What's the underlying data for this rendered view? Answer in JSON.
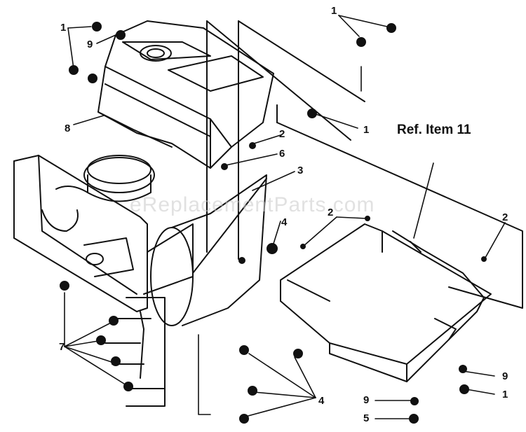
{
  "reference_label": "Ref. Item 11",
  "watermark": "eReplacementParts.com",
  "callouts": {
    "c1_top_left": "1",
    "c9_top_left": "9",
    "c1_top_right": "1",
    "c8": "8",
    "c1_right_mid": "1",
    "c2_center": "2",
    "c6": "6",
    "c3": "3",
    "c2_panel": "2",
    "c2_far_right": "2",
    "c4_mid": "4",
    "c7": "7",
    "c4_bottom": "4",
    "c9_bottom_right": "9",
    "c1_bottom_right": "1",
    "c9_bottom_mid": "9",
    "c5": "5"
  }
}
